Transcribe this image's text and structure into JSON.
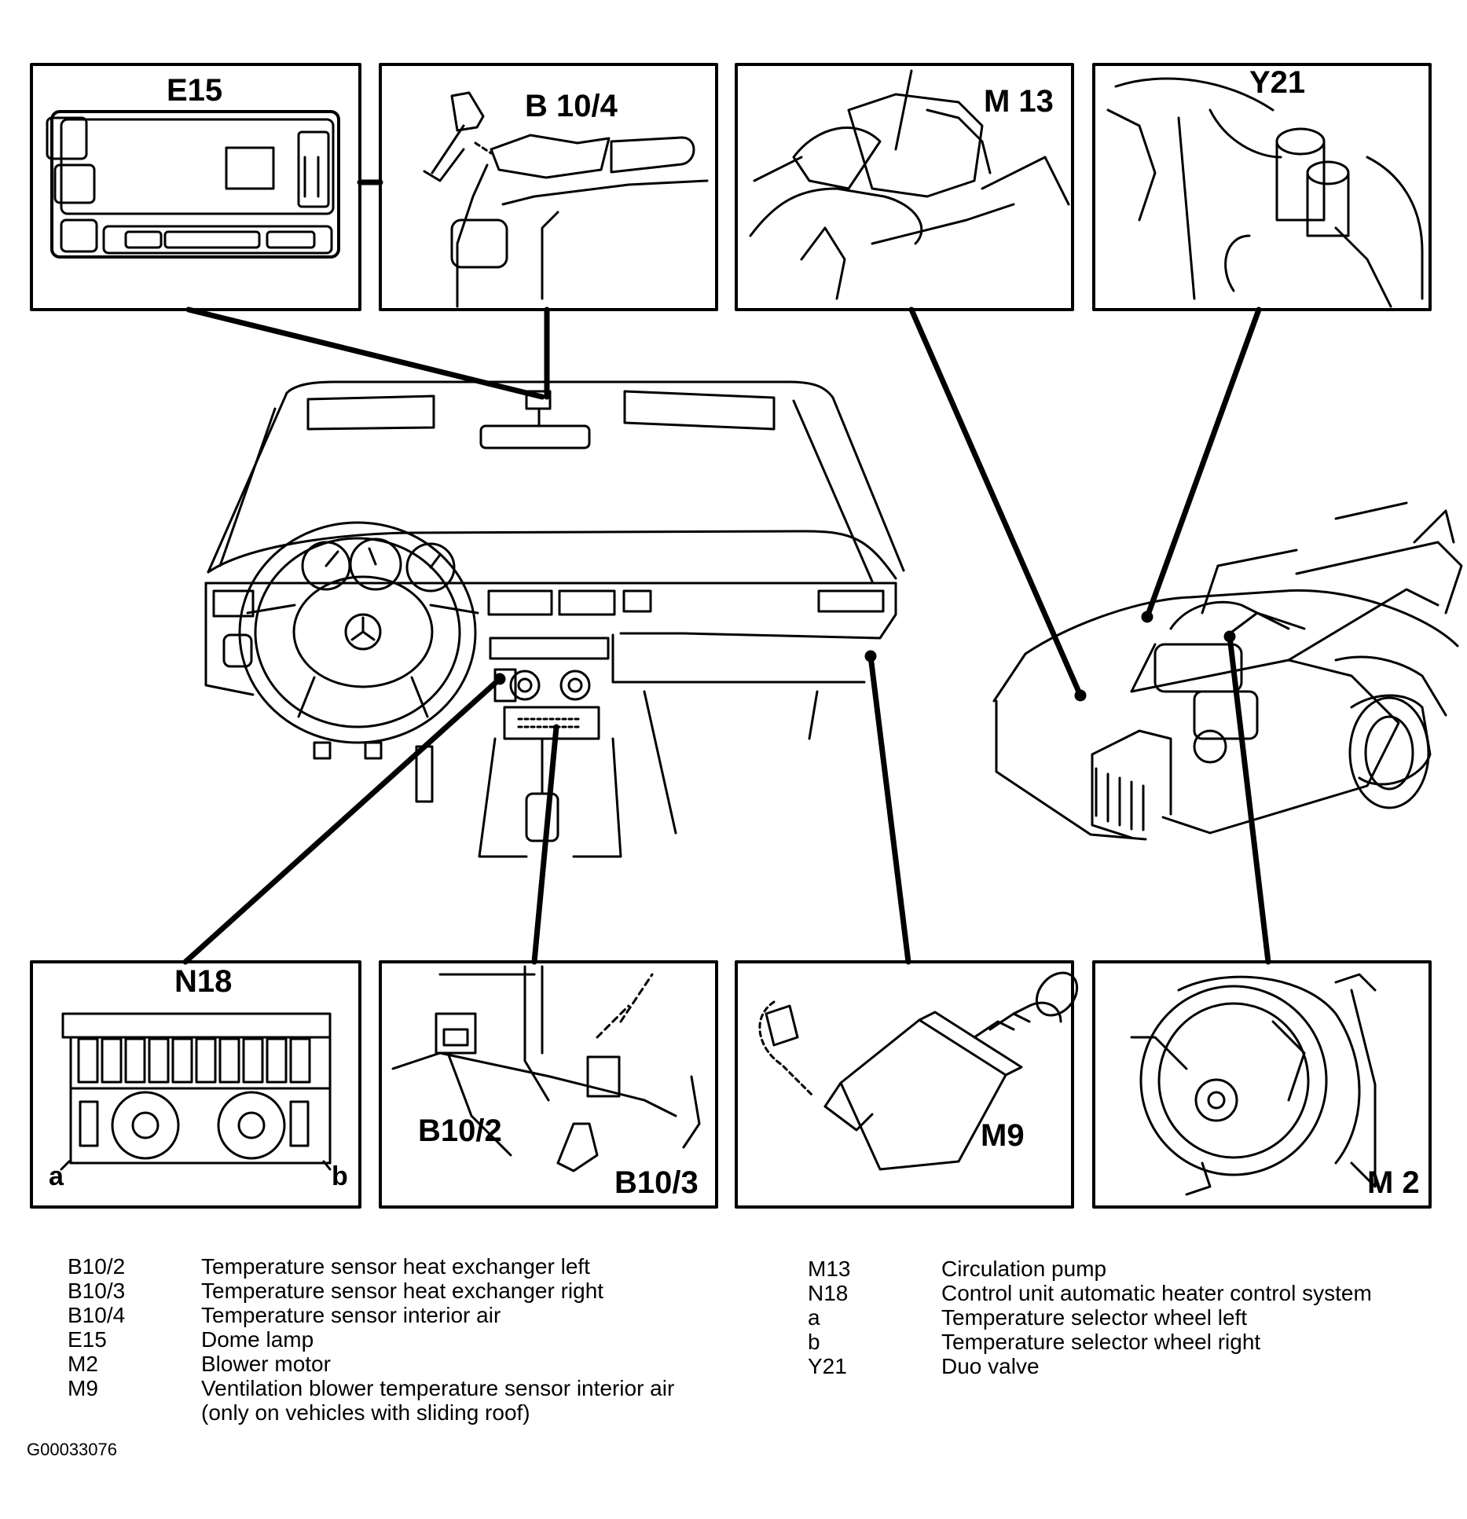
{
  "panels": {
    "e15": "E15",
    "b10_4": "B 10/4",
    "m13": "M 13",
    "y21": "Y21",
    "n18": "N18",
    "n18_a": "a",
    "n18_b": "b",
    "b10_2": "B10/2",
    "b10_3": "B10/3",
    "m9": "M9",
    "m2": "M 2"
  },
  "legend_left": [
    {
      "code": "B10/2",
      "desc": "Temperature sensor heat exchanger left"
    },
    {
      "code": "B10/3",
      "desc": "Temperature sensor heat exchanger right"
    },
    {
      "code": "B10/4",
      "desc": "Temperature sensor interior air"
    },
    {
      "code": "E15",
      "desc": "Dome lamp"
    },
    {
      "code": "M2",
      "desc": "Blower motor"
    },
    {
      "code": "M9",
      "desc": "Ventilation blower temperature sensor interior air"
    },
    {
      "code": "",
      "desc": "(only on vehicles with sliding roof)"
    }
  ],
  "legend_right": [
    {
      "code": "M13",
      "desc": "Circulation pump"
    },
    {
      "code": "N18",
      "desc": "Control unit automatic heater control system"
    },
    {
      "code": "a",
      "desc": "Temperature selector wheel left"
    },
    {
      "code": "b",
      "desc": "Temperature selector wheel right"
    },
    {
      "code": "Y21",
      "desc": "Duo valve"
    }
  ],
  "figure_id": "G00033076"
}
